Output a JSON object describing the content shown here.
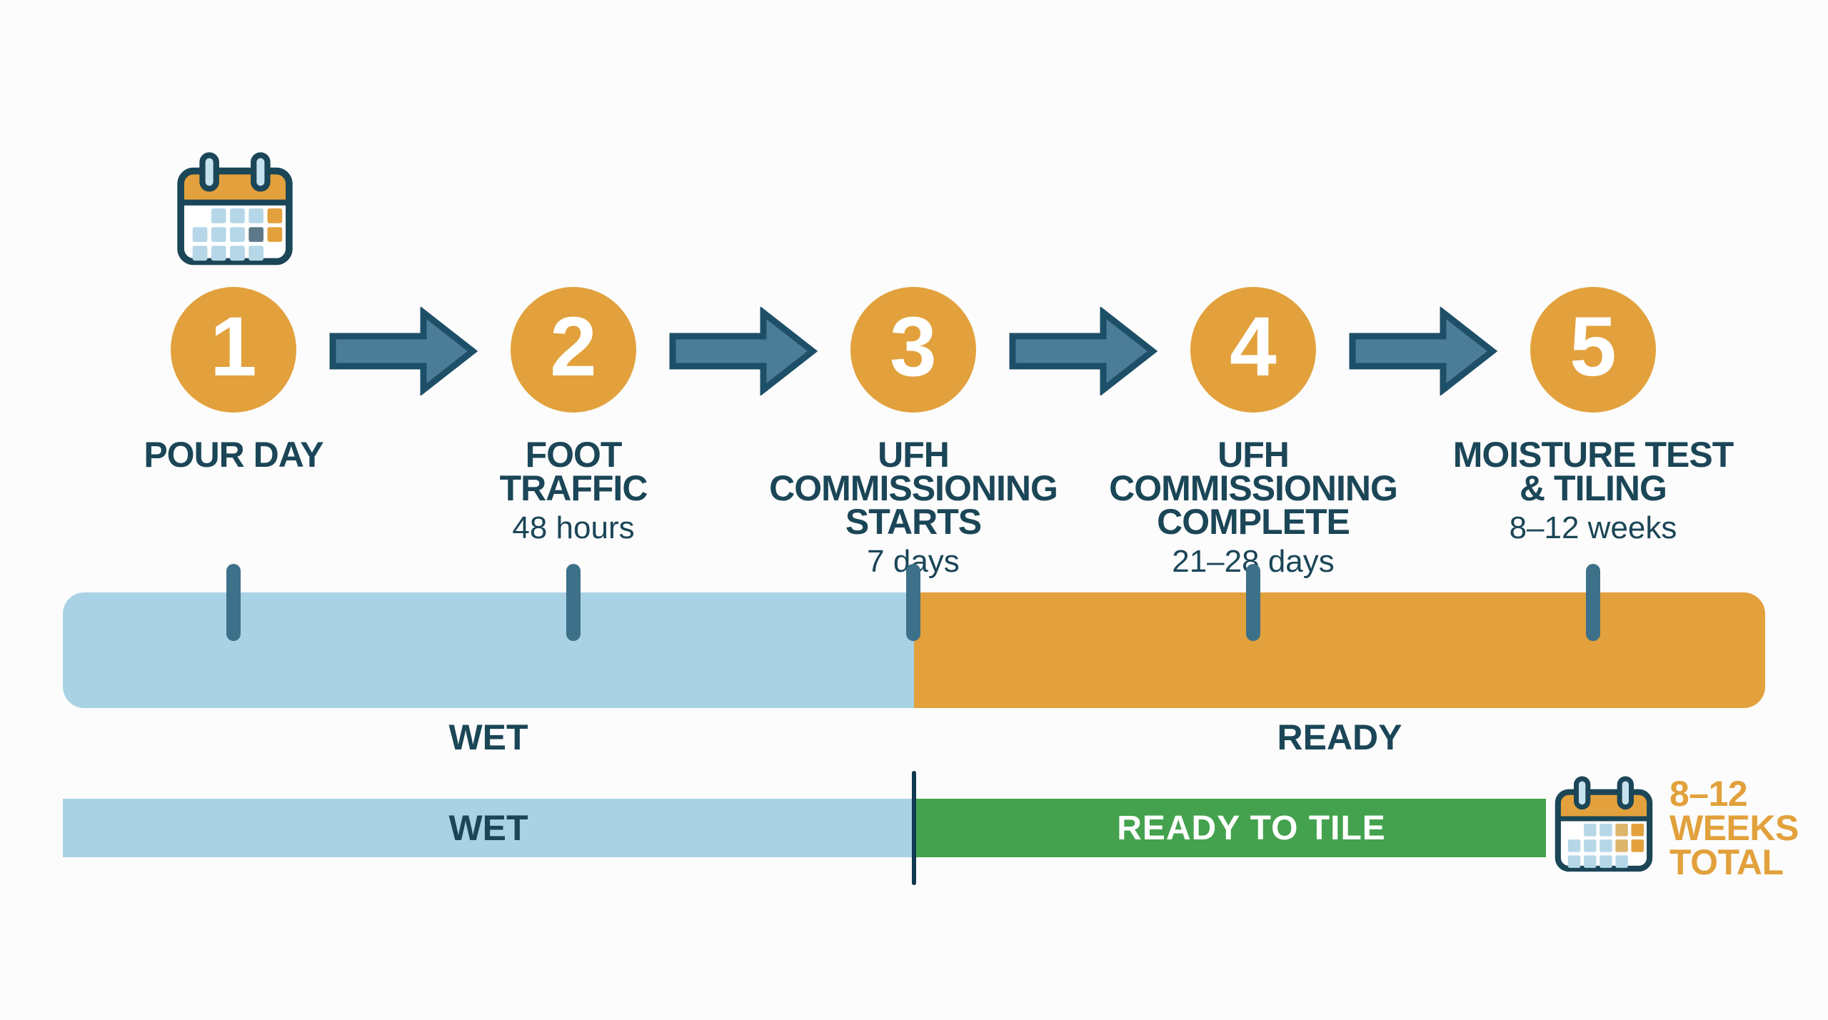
{
  "colors": {
    "background": "#FCFCFC",
    "orange": "#E2A13C",
    "light-blue": "#A9D3E5",
    "green": "#44A24E",
    "steel-arrow": "#4C7D98",
    "steel-dark": "#1E4F68",
    "tick": "#3D7089",
    "dark-text": "#1B4657",
    "divider": "#103A52"
  },
  "icons": {
    "top_left": "calendar-icon",
    "bottom_right": "calendar-icon",
    "between_steps": "arrow-right-icon"
  },
  "steps": [
    {
      "number": "1",
      "title": "POUR DAY",
      "subtitle": ""
    },
    {
      "number": "2",
      "title": "FOOT\nTRAFFIC",
      "subtitle": "48 hours"
    },
    {
      "number": "3",
      "title": "UFH\nCOMMISSIONING\nSTARTS",
      "subtitle": "7 days"
    },
    {
      "number": "4",
      "title": "UFH\nCOMMISSIONING\nCOMPLETE",
      "subtitle": "21–28 days"
    },
    {
      "number": "5",
      "title": "MOISTURE TEST\n& TILING",
      "subtitle": "8–12 weeks"
    }
  ],
  "timeline": {
    "upper_bar": {
      "left_label": "WET",
      "right_label": "READY"
    },
    "lower_bar": {
      "left_label": "WET",
      "right_label": "READY TO TILE"
    },
    "total_label": "8–12\nWEEKS\nTOTAL"
  }
}
